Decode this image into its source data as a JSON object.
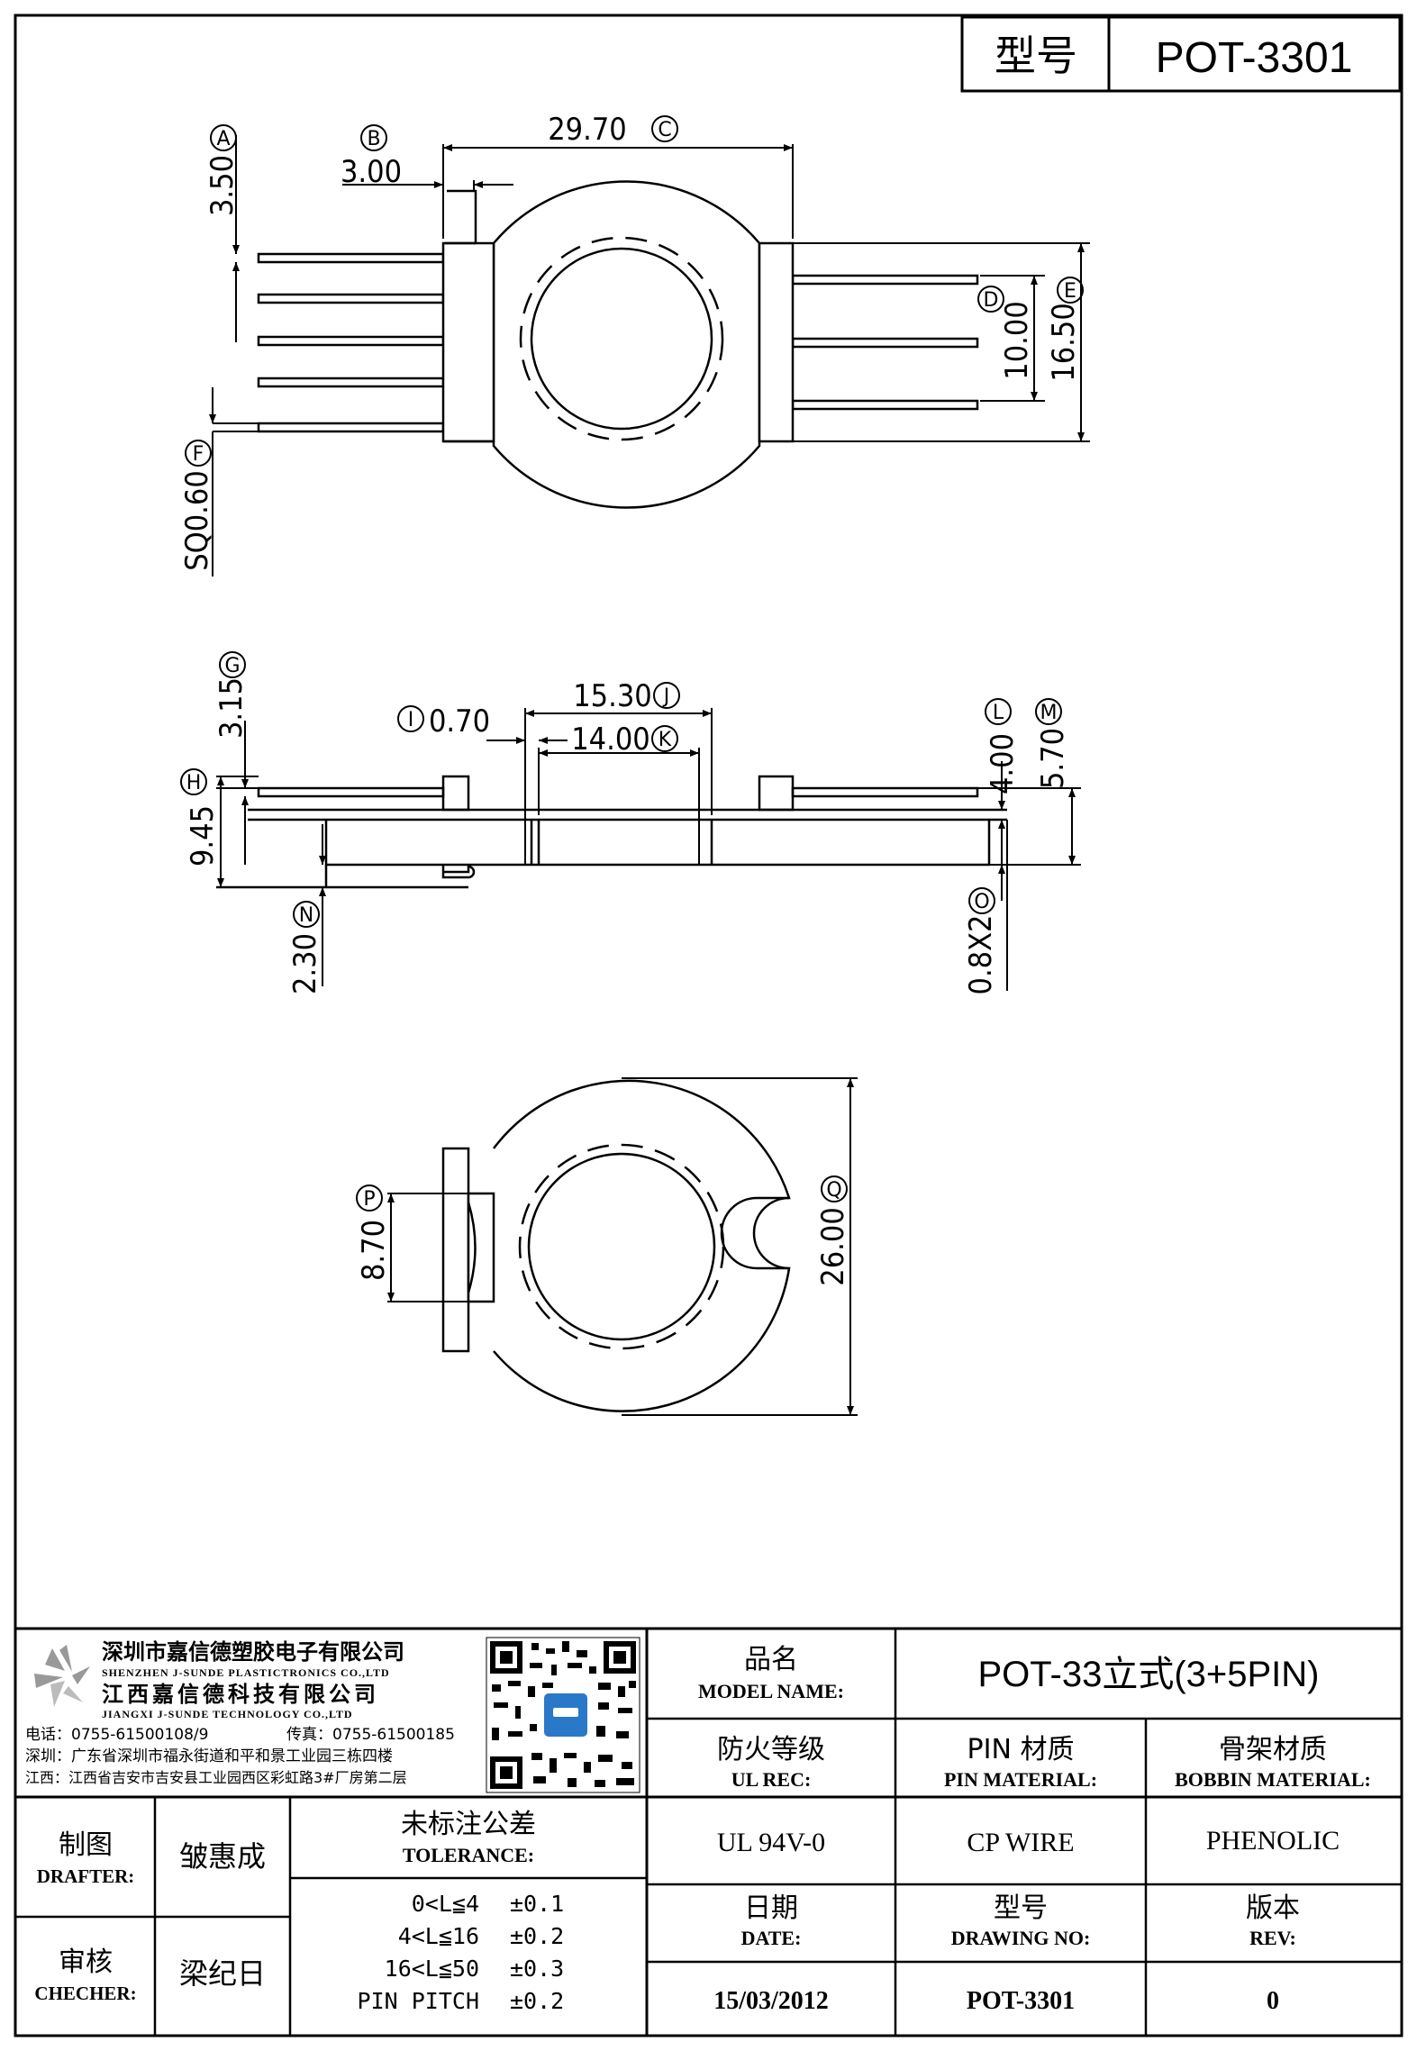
{
  "title_block": {
    "model_label": "型号",
    "model_value": "POT-3301"
  },
  "dims": {
    "A": {
      "letter": "A",
      "value": "3.50"
    },
    "B": {
      "letter": "B",
      "value": "3.00"
    },
    "C": {
      "letter": "C",
      "value": "29.70"
    },
    "D": {
      "letter": "D",
      "value": "10.00"
    },
    "E": {
      "letter": "E",
      "value": "16.50"
    },
    "F": {
      "letter": "F",
      "value": "SQ0.60"
    },
    "G": {
      "letter": "G",
      "value": "3.15"
    },
    "H": {
      "letter": "H",
      "value": "9.45"
    },
    "I": {
      "letter": "I",
      "value": "0.70"
    },
    "J": {
      "letter": "J",
      "value": "15.30"
    },
    "K": {
      "letter": "K",
      "value": "14.00"
    },
    "L": {
      "letter": "L",
      "value": "4.00"
    },
    "M": {
      "letter": "M",
      "value": "5.70"
    },
    "N": {
      "letter": "N",
      "value": "2.30"
    },
    "O": {
      "letter": "O",
      "value": "0.8X2"
    },
    "P": {
      "letter": "P",
      "value": "8.70"
    },
    "Q": {
      "letter": "Q",
      "value": "26.00"
    }
  },
  "company": {
    "name_sz": "深圳市嘉信德塑胶电子有限公司",
    "name_sz_en": "SHENZHEN J-SUNDE PLASTICTRONICS CO.,LTD",
    "name_jx": "江西嘉信德科技有限公司",
    "name_jx_en": "JIANGXI J-SUNDE TECHNOLOGY CO.,LTD",
    "phone": "电话：0755-61500108/9",
    "fax": "传真：0755-61500185",
    "addr_sz": "深圳：广东省深圳市福永街道和平和景工业园三栋四楼",
    "addr_jx": "江西：江西省吉安市吉安县工业园西区彩虹路3#厂房第二层"
  },
  "info": {
    "model_name_cn": "品名",
    "model_name_en": "MODEL NAME:",
    "model_name_value": "POT-33立式(3+5PIN)",
    "ul_cn": "防火等级",
    "ul_en": "UL REC:",
    "pin_cn": "PIN 材质",
    "pin_en": "PIN MATERIAL:",
    "bobbin_cn": "骨架材质",
    "bobbin_en": "BOBBIN MATERIAL:",
    "ul_value": "UL 94V-0",
    "pin_value": "CP WIRE",
    "bobbin_value": "PHENOLIC",
    "date_cn": "日期",
    "date_en": "DATE:",
    "drawing_cn": "型号",
    "drawing_en": "DRAWING NO:",
    "rev_cn": "版本",
    "rev_en": "REV:",
    "date_value": "15/03/2012",
    "drawing_value": "POT-3301",
    "rev_value": "0"
  },
  "staff": {
    "drafter_cn": "制图",
    "drafter_en": "DRAFTER:",
    "drafter_name": "皱惠成",
    "checker_cn": "审核",
    "checker_en": "CHECHER:",
    "checker_name": "梁纪日"
  },
  "tolerance": {
    "title_cn": "未标注公差",
    "title_en": "TOLERANCE:",
    "rows": [
      {
        "range": "0<L≦4",
        "tol": "±0.1"
      },
      {
        "range": "4<L≦16",
        "tol": "±0.2"
      },
      {
        "range": "16<L≦50",
        "tol": "±0.3"
      },
      {
        "range": "PIN PITCH",
        "tol": "±0.2"
      }
    ]
  }
}
